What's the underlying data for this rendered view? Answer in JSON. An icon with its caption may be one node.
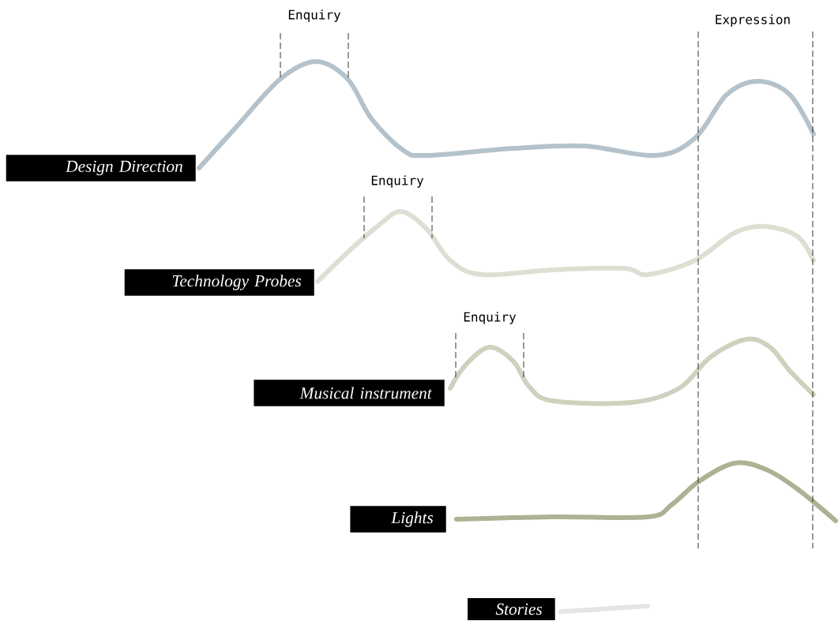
{
  "diagram": {
    "nodes": [
      {
        "text": [
          "Design Direction"
        ]
      },
      {
        "text": [
          "Technology Probes"
        ]
      },
      {
        "text": [
          "Musical instrument"
        ]
      },
      {
        "text": [
          "Lights"
        ]
      },
      {
        "text": [
          "Stories"
        ]
      }
    ],
    "labels": [
      "Enquiry",
      "Expression",
      "Enquiry",
      "Enquiry"
    ]
  }
}
